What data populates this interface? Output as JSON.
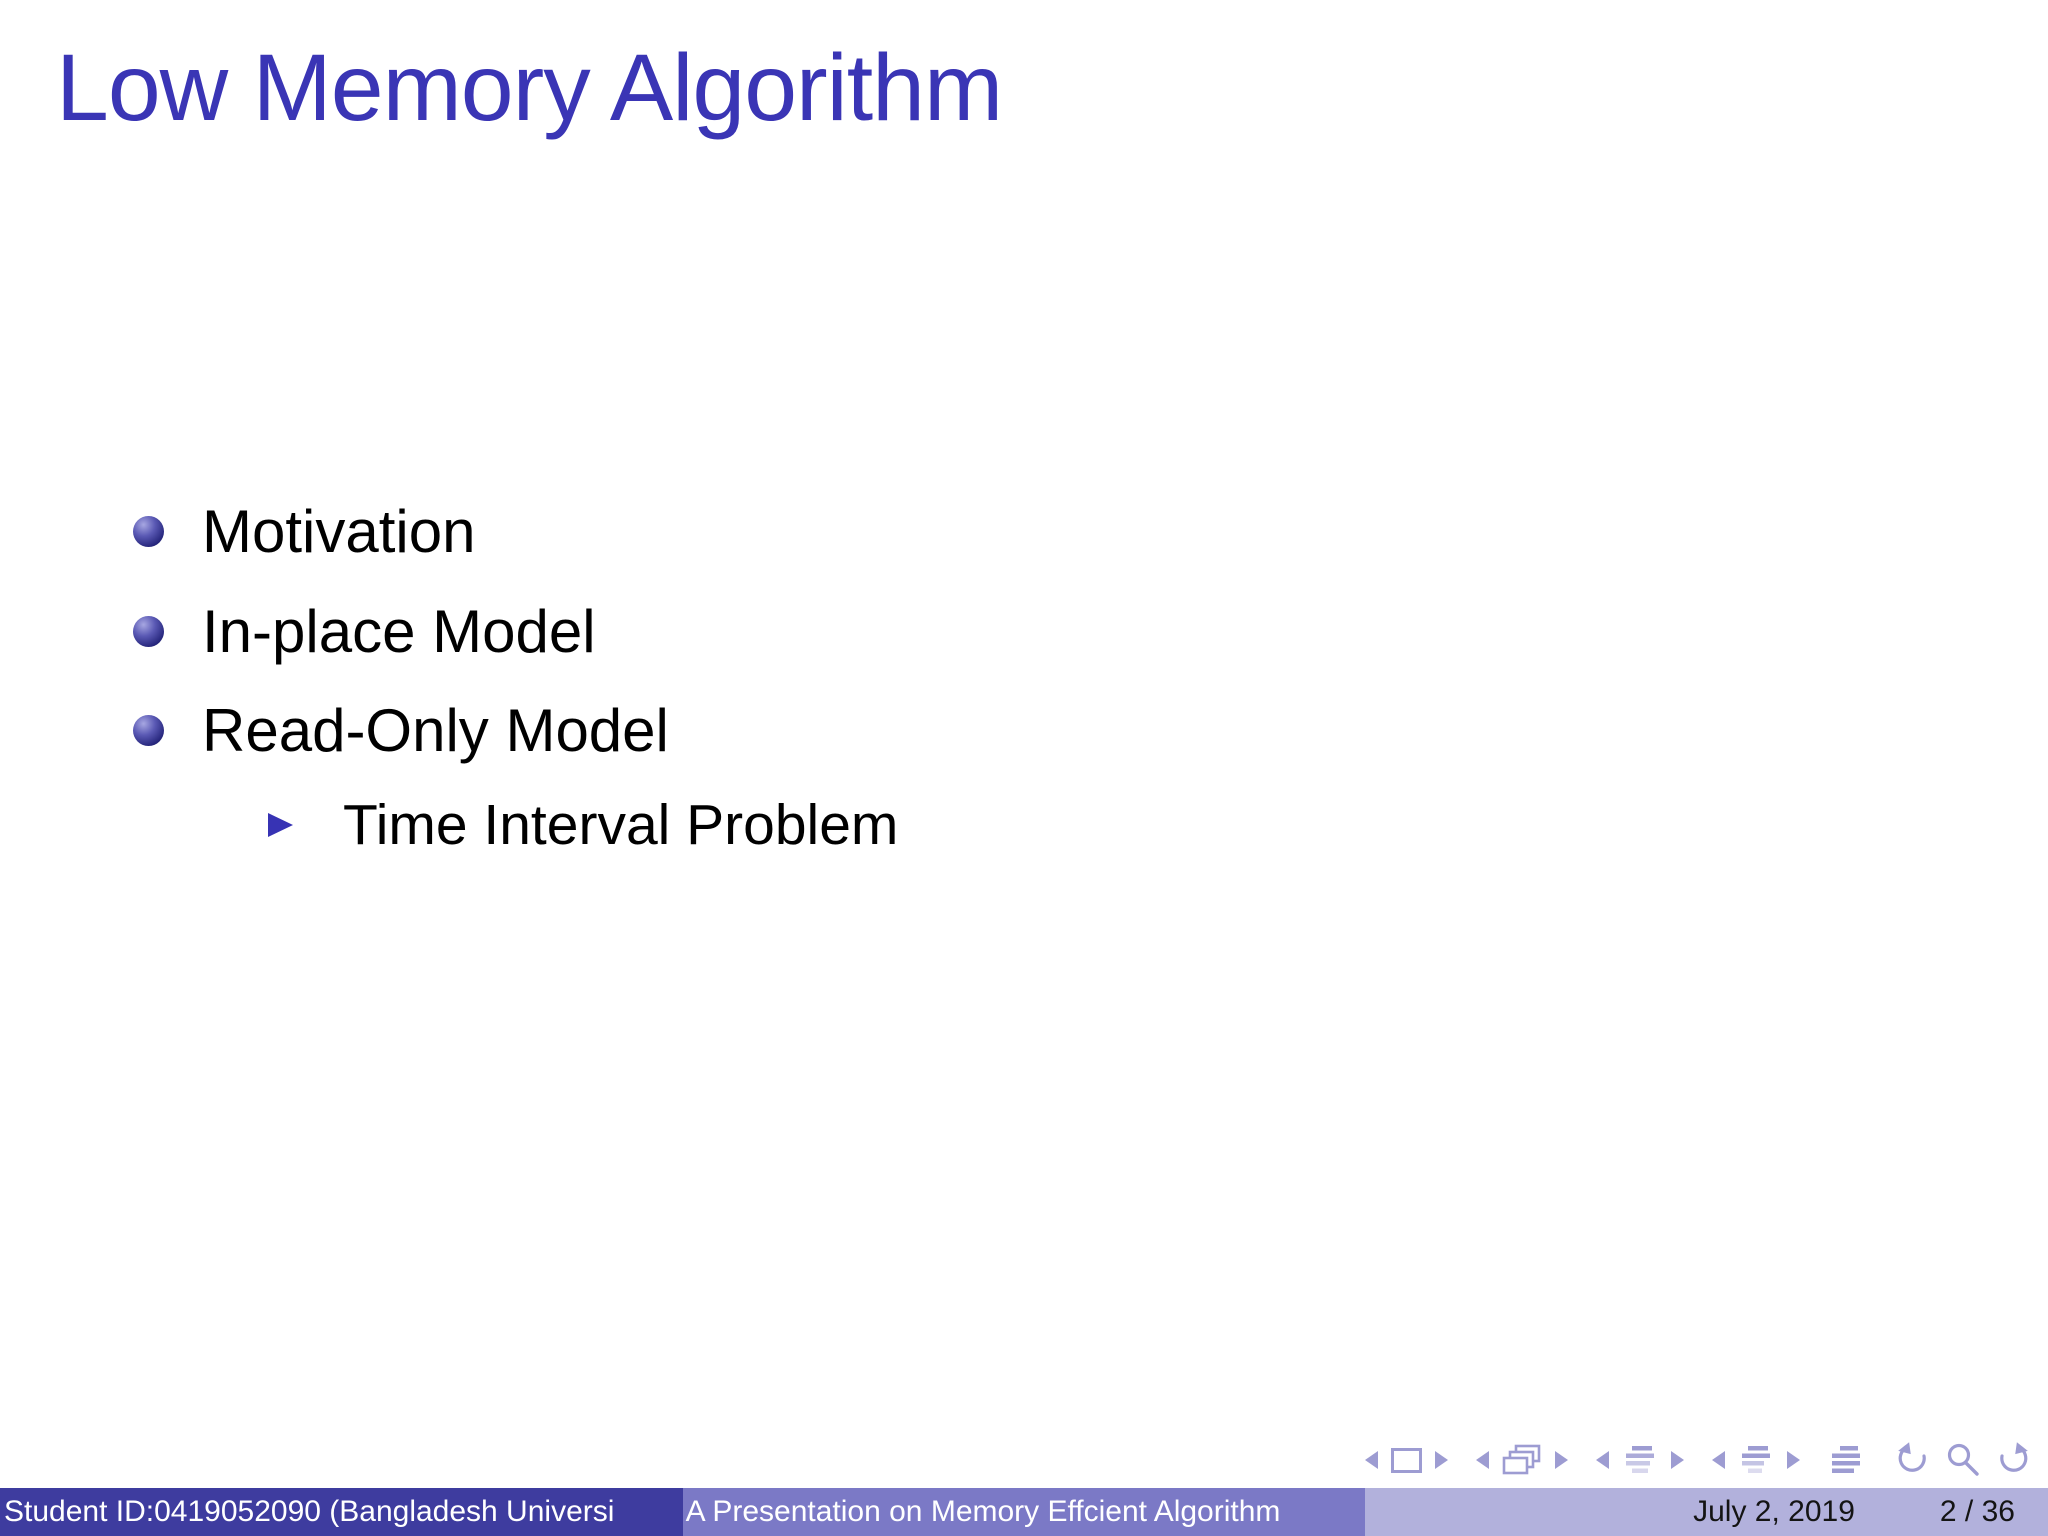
{
  "slide": {
    "title": "Low Memory Algorithm",
    "items": [
      {
        "label": "Motivation",
        "level": 1
      },
      {
        "label": "In-place Model",
        "level": 1
      },
      {
        "label": "Read-Only Model",
        "level": 1
      },
      {
        "label": "Time Interval Problem",
        "level": 2
      }
    ]
  },
  "footer": {
    "author": "Student ID:0419052090 (Bangladesh Universi",
    "presentation_title": "A Presentation on Memory Effcient Algorithm",
    "date": "July 2, 2019",
    "page": "2 / 36"
  },
  "nav": {
    "icons": [
      "prev-slide-arrow",
      "slide-frame",
      "next-slide-arrow",
      "prev-frame-arrow",
      "frame-stack",
      "next-frame-arrow",
      "prev-subsection-arrow",
      "subsection-lines",
      "next-subsection-arrow",
      "prev-section-arrow",
      "section-lines",
      "next-section-arrow",
      "document-lines",
      "back-history",
      "search",
      "forward-history"
    ]
  },
  "colors": {
    "structure_blue": "#3a35b5",
    "bullet_ball": "#26267c",
    "footer_author_bg": "#3e3c9f",
    "footer_title_bg": "#7b79c6",
    "footer_date_bg": "#b2b1dc",
    "nav_icon": "#9d9cd2",
    "body_text": "#000000",
    "background": "#ffffff"
  }
}
